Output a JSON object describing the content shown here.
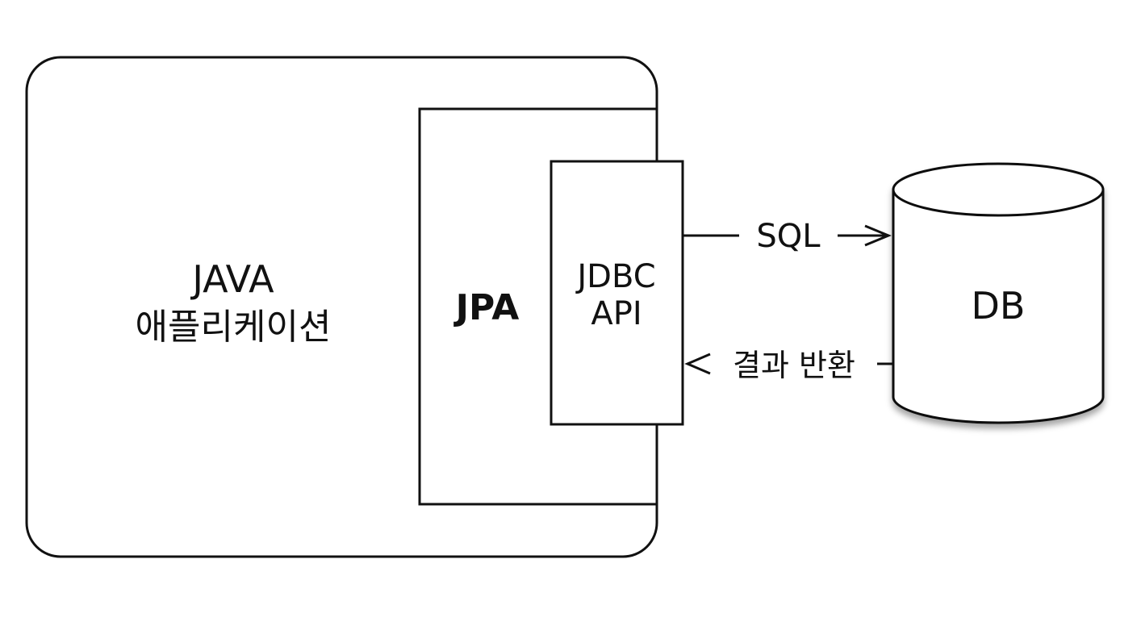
{
  "app_box": {
    "line1": "JAVA",
    "line2": "애플리케이션"
  },
  "jpa_box": {
    "label": "JPA"
  },
  "jdbc_box": {
    "line1": "JDBC",
    "line2": "API"
  },
  "db": {
    "label": "DB"
  },
  "arrows": {
    "request_label": "SQL",
    "response_label": "결과 반환"
  },
  "colors": {
    "stroke": "#111111",
    "background": "#ffffff"
  }
}
